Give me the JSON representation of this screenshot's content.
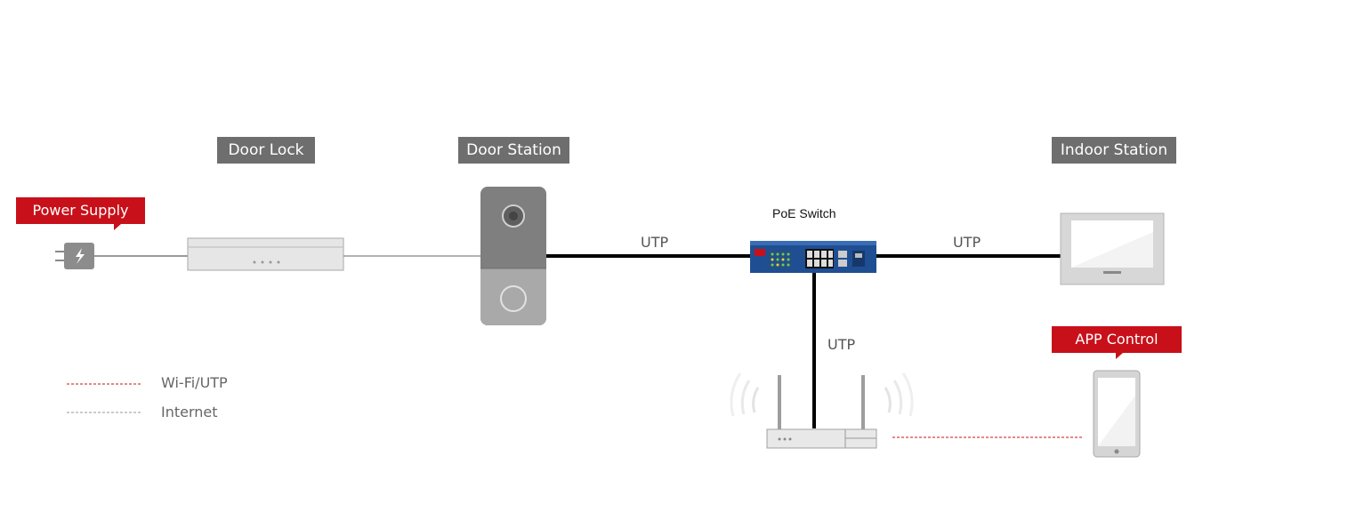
{
  "labels": {
    "door_lock": "Door Lock",
    "door_station": "Door Station",
    "indoor_station": "Indoor Station",
    "power_supply": "Power Supply",
    "app_control": "APP Control",
    "poe_switch": "PoE Switch"
  },
  "connections": {
    "door_station_to_switch": "UTP",
    "switch_to_indoor": "UTP",
    "switch_to_router": "UTP"
  },
  "legend": {
    "wifi_utp": "Wi-Fi/UTP",
    "internet": "Internet"
  },
  "colors": {
    "tag_gray": "#6e6e6e",
    "tag_red": "#c8101a",
    "cable": "#000000",
    "wifi_line": "#c8101a",
    "internet_line": "#999999"
  }
}
